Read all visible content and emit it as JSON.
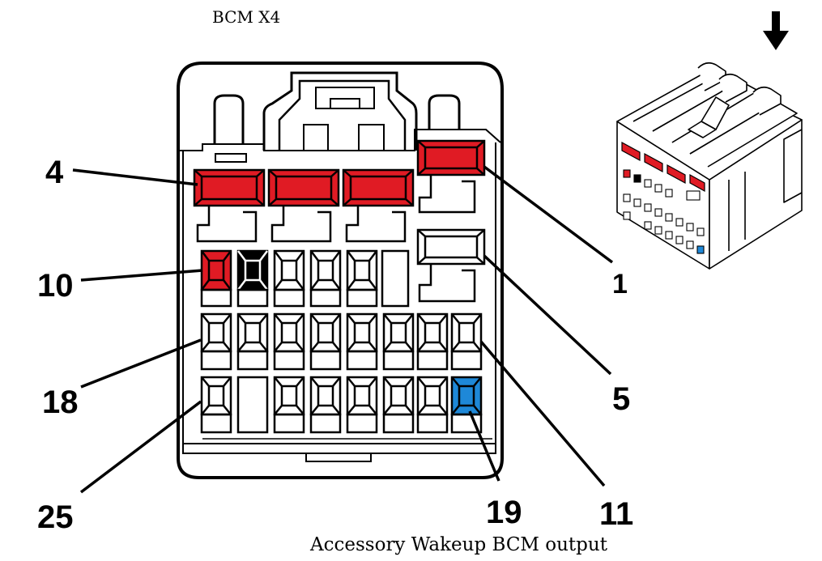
{
  "title": "BCM X4",
  "caption": "Accessory Wakeup BCM output",
  "callouts": [
    "4",
    "10",
    "18",
    "25",
    "1",
    "5",
    "11",
    "19"
  ],
  "colors": {
    "red_terminal": "#e01b24",
    "black_terminal": "#000000",
    "blue_terminal": "#1e88d8",
    "outline": "#000000"
  },
  "icons": {
    "arrow": "down-arrow-icon"
  }
}
